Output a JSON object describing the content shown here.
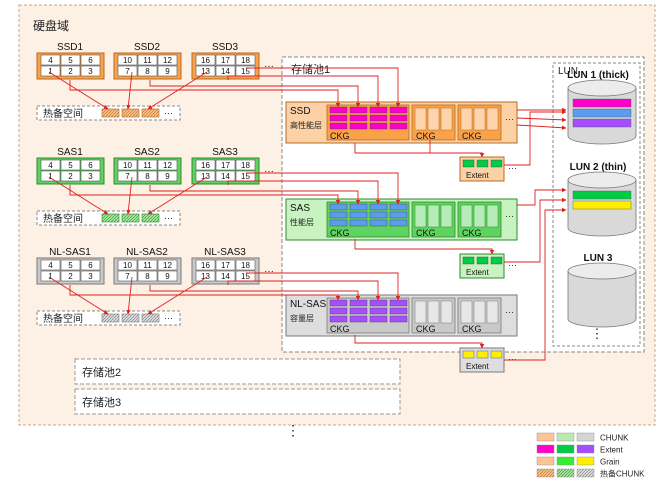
{
  "domain": {
    "title": "硬盘域",
    "dots_bottom": "⋮",
    "ellipsis": "···"
  },
  "disk_groups": [
    {
      "id": "ssd",
      "color": "#f9a24a",
      "stroke": "#b86c1e",
      "disks": [
        {
          "label": "SSD1",
          "top": [
            "4",
            "5",
            "6"
          ],
          "bottom": [
            "1",
            "2",
            "3"
          ]
        },
        {
          "label": "SSD2",
          "top": [
            "10",
            "11",
            "12"
          ],
          "bottom": [
            "7",
            "8",
            "9"
          ]
        },
        {
          "label": "SSD3",
          "top": [
            "16",
            "17",
            "18"
          ],
          "bottom": [
            "13",
            "14",
            "15"
          ]
        }
      ],
      "hotspare_label": "热备空间"
    },
    {
      "id": "sas",
      "color": "#5fd35f",
      "stroke": "#2f8a2f",
      "disks": [
        {
          "label": "SAS1",
          "top": [
            "4",
            "5",
            "6"
          ],
          "bottom": [
            "1",
            "2",
            "3"
          ]
        },
        {
          "label": "SAS2",
          "top": [
            "10",
            "11",
            "12"
          ],
          "bottom": [
            "7",
            "8",
            "9"
          ]
        },
        {
          "label": "SAS3",
          "top": [
            "16",
            "17",
            "18"
          ],
          "bottom": [
            "13",
            "14",
            "15"
          ]
        }
      ],
      "hotspare_label": "热备空间"
    },
    {
      "id": "nlsas",
      "color": "#c9c9c9",
      "stroke": "#7a7a7a",
      "disks": [
        {
          "label": "NL-SAS1",
          "top": [
            "4",
            "5",
            "6"
          ],
          "bottom": [
            "1",
            "2",
            "3"
          ]
        },
        {
          "label": "NL-SAS2",
          "top": [
            "10",
            "11",
            "12"
          ],
          "bottom": [
            "7",
            "8",
            "9"
          ]
        },
        {
          "label": "NL-SAS3",
          "top": [
            "16",
            "17",
            "18"
          ],
          "bottom": [
            "13",
            "14",
            "15"
          ]
        }
      ],
      "hotspare_label": "热备空间"
    }
  ],
  "pool1": {
    "title": "存储池1",
    "tiers": [
      {
        "id": "ssd",
        "name": "SSD",
        "sub": "高性能层",
        "ckg": "CKG",
        "fill": "#fcd1a6",
        "stroke": "#b86c1e",
        "extent_color": "#ff00cc",
        "chunk_color": "#f9a24a"
      },
      {
        "id": "sas",
        "name": "SAS",
        "sub": "性能层",
        "ckg": "CKG",
        "fill": "#c8f3c0",
        "stroke": "#2f8a2f",
        "extent_color": "#5b9bf0",
        "chunk_color": "#5fd35f"
      },
      {
        "id": "nlsas",
        "name": "NL-SAS",
        "sub": "容量层",
        "ckg": "CKG",
        "fill": "#dedede",
        "stroke": "#7a7a7a",
        "extent_color": "#a64dff",
        "chunk_color": "#c9c9c9"
      }
    ],
    "extent_label": "Extent"
  },
  "pool2": {
    "title": "存储池2"
  },
  "pool3": {
    "title": "存储池3"
  },
  "lun_panel": {
    "title": "LUN",
    "luns": [
      {
        "name": "LUN 1 (thick)"
      },
      {
        "name": "LUN 2 (thin)"
      },
      {
        "name": "LUN 3"
      }
    ],
    "dots": "⋮"
  },
  "legend": {
    "items": [
      {
        "label": "CHUNK",
        "colors": [
          "#fcc593",
          "#b9ebb1",
          "#d5d5d5"
        ]
      },
      {
        "label": "Extent",
        "colors": [
          "#ff00cc",
          "#00cc44",
          "#a64dff"
        ]
      },
      {
        "label": "Grain",
        "colors": [
          "#fcc593",
          "#33ee33",
          "#ffee00"
        ]
      },
      {
        "label": "热备CHUNK",
        "colors": [
          "#f9a24a",
          "#5fd35f",
          "#c9c9c9"
        ]
      }
    ]
  },
  "colors": {
    "domain_bg": "#fdf0e4",
    "arrow": "#e02020",
    "lun_magenta": "#ff00cc",
    "lun_blue": "#5b9bf0",
    "lun_purple": "#a64dff",
    "lun_green": "#00cc44",
    "lun_yellow": "#ffee00"
  }
}
